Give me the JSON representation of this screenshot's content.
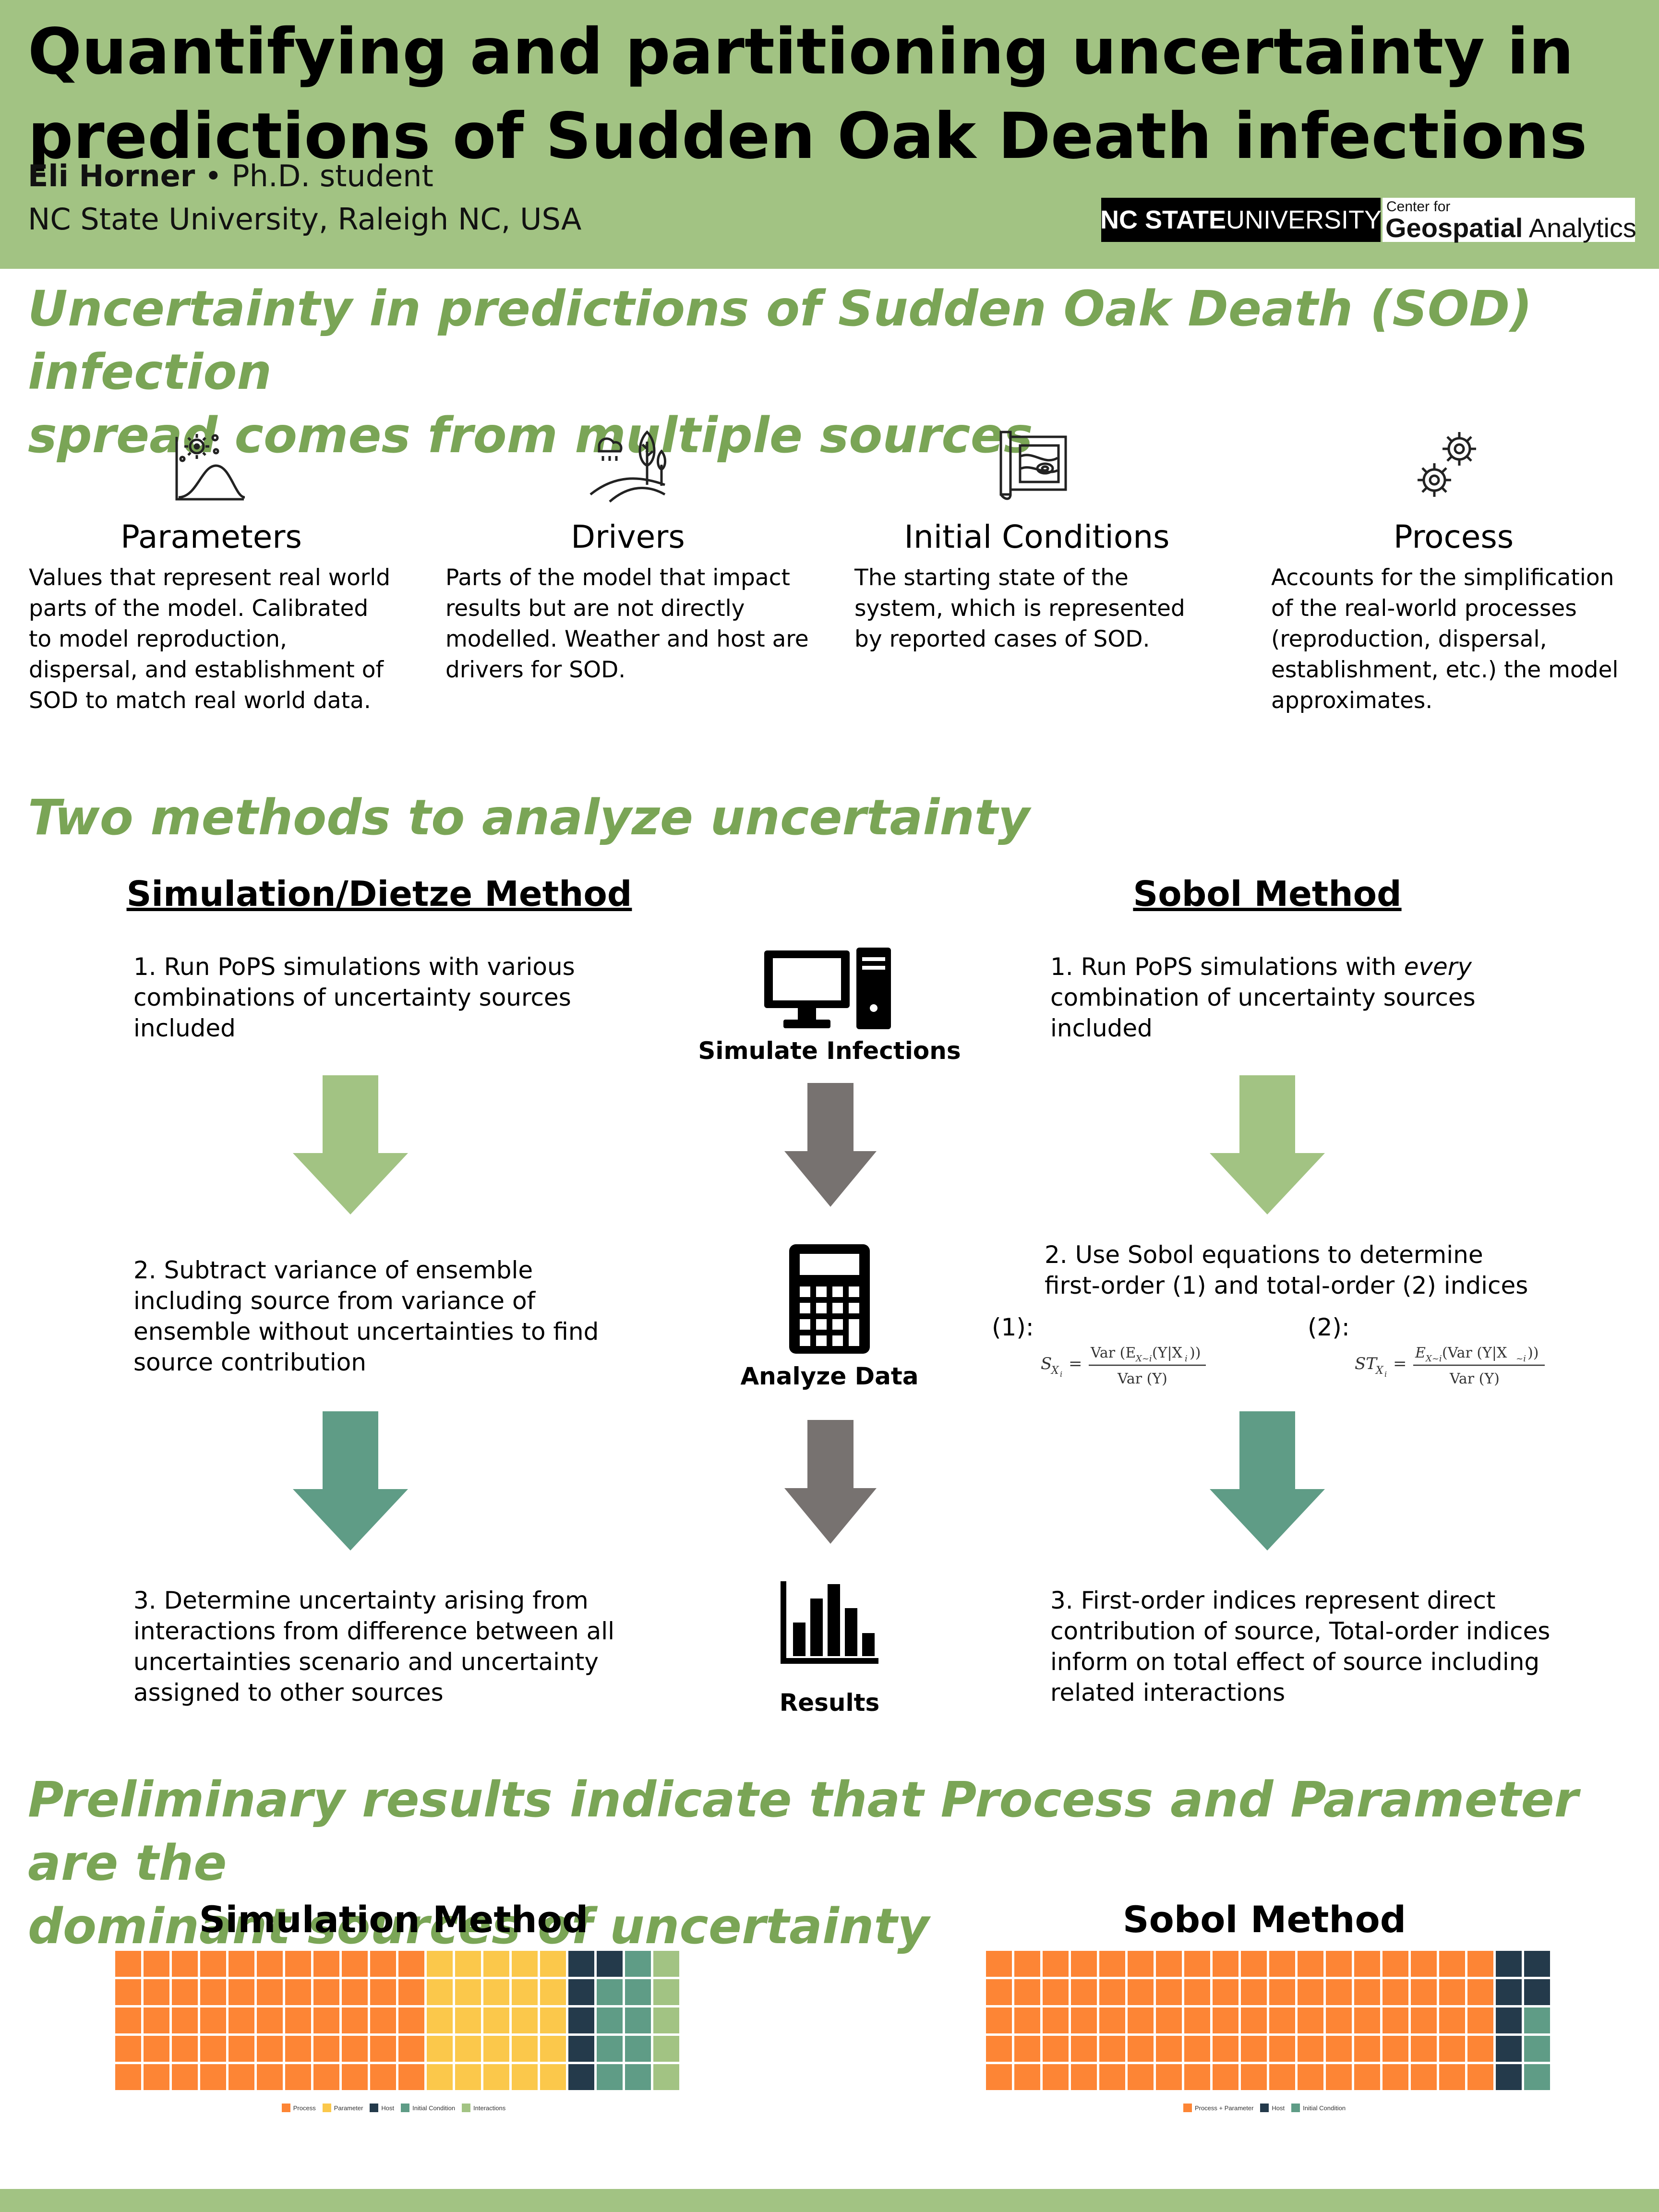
{
  "header": {
    "title_line1": "Quantifying and partitioning uncertainty in",
    "title_line2": "predictions of Sudden Oak Death infections",
    "author_name": "Eli Horner",
    "author_sep": " • ",
    "author_role": "Ph.D. student",
    "affiliation": "NC State University, Raleigh NC, USA",
    "logo_ncsu_bold": "NC STATE",
    "logo_ncsu_light": " UNIVERSITY",
    "logo_cga_small": "Center for",
    "logo_cga_bold": "Geospatial",
    "logo_cga_light": " Analytics"
  },
  "sources_section": {
    "heading_line1": "Uncertainty in predictions of Sudden Oak Death (SOD) infection",
    "heading_line2": "spread comes from multiple sources",
    "items": [
      {
        "icon": "distribution-chart-icon",
        "title": "Parameters",
        "desc": "Values that represent real world parts of the model. Calibrated to model reproduction, dispersal, and establishment of SOD to match real world data."
      },
      {
        "icon": "weather-landscape-icon",
        "title": "Drivers",
        "desc": "Parts of the model that impact results but are not directly modelled. Weather and host are drivers for SOD."
      },
      {
        "icon": "map-icon",
        "title": "Initial Conditions",
        "desc": "The starting state of the system, which is represented by reported cases of SOD."
      },
      {
        "icon": "gears-icon",
        "title": "Process",
        "desc": "Accounts for the simplification of the real-world processes (reproduction, dispersal, establishment, etc.) the model approximates."
      }
    ]
  },
  "methods_section": {
    "heading": "Two methods to analyze uncertainty",
    "left_title": "Simulation/Dietze Method",
    "right_title": "Sobol Method",
    "left_steps": [
      "1. Run PoPS simulations with various combinations of uncertainty sources included",
      "2. Subtract variance of ensemble including source from variance of ensemble without uncertainties to find source contribution",
      "3. Determine uncertainty arising from interactions from difference between all uncertainties scenario and uncertainty assigned to other sources"
    ],
    "right_step1_pre": "1. Run PoPS simulations with ",
    "right_step1_em": "every",
    "right_step1_post": " combination of uncertainty sources included",
    "right_step2": "2. Use Sobol equations to determine first-order (1) and total-order (2) indices",
    "right_step3": "3. First-order indices represent direct contribution of source, Total-order indices inform on total effect of source including related interactions",
    "eq1_label": "(1):",
    "eq2_label": "(2):",
    "center_labels": [
      "Simulate Infections",
      "Analyze Data",
      "Results"
    ],
    "colors": {
      "light_green": "#a2c383",
      "teal": "#5f9c86",
      "gray": "#777270"
    }
  },
  "results_section": {
    "heading_line1": "Preliminary results indicate that Process and Parameter are the",
    "heading_line2": "dominant sources of uncertainty"
  },
  "chart_data": [
    {
      "type": "waffle",
      "title": "Simulation Method",
      "rows": 5,
      "columns": 20,
      "fill_order": "column-major",
      "categories": [
        "Process",
        "Parameter",
        "Host",
        "Initial Condition",
        "Interactions"
      ],
      "values": [
        55,
        25,
        6,
        9,
        5
      ],
      "colors": [
        "#fd8535",
        "#fbc84b",
        "#243a4b",
        "#5f9c86",
        "#a2c383"
      ],
      "legend": "bottom"
    },
    {
      "type": "waffle",
      "title": "Sobol Method",
      "rows": 5,
      "columns": 20,
      "fill_order": "column-major",
      "categories": [
        "Process + Parameter",
        "Host",
        "Initial Condition"
      ],
      "values": [
        90,
        7,
        3
      ],
      "colors": [
        "#fd8535",
        "#243a4b",
        "#5f9c86"
      ],
      "legend": "bottom"
    }
  ]
}
